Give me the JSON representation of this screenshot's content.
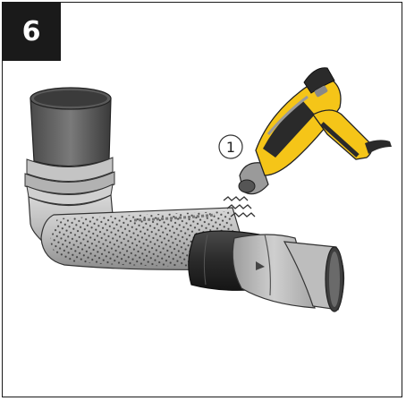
{
  "step": {
    "number": "6"
  },
  "callouts": [
    {
      "id": "1",
      "label": "1"
    }
  ],
  "colors": {
    "tool_yellow": "#f5c518",
    "tool_black": "#2a2a2a",
    "tool_grey": "#9a9a9a",
    "pipe_grey": "#b0b0b0",
    "sleeve_dark": "#2e2e2e"
  },
  "icons": [
    "heat-gun",
    "heat-wave",
    "perforated-pipe",
    "shrink-sleeve"
  ]
}
